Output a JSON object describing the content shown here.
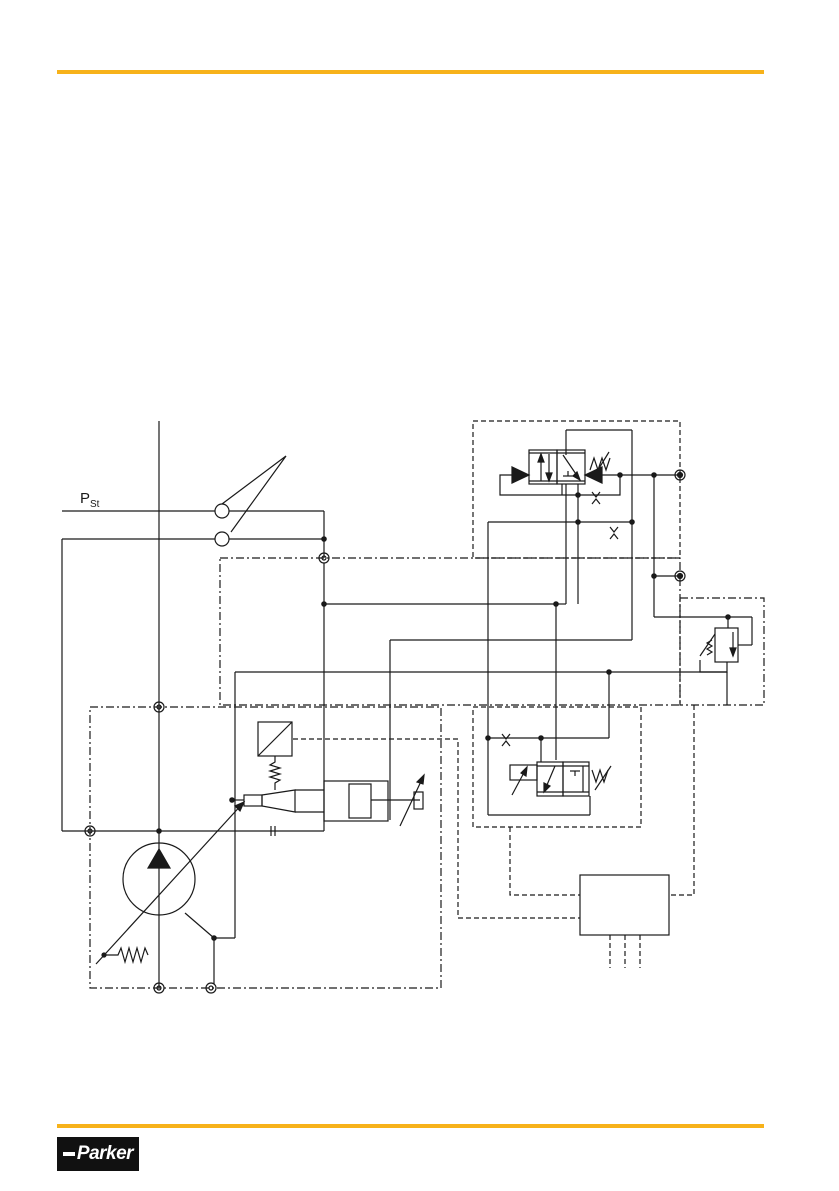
{
  "colors": {
    "accent": "#f7b21a",
    "ink": "#1a1a1a",
    "paper": "#ffffff"
  },
  "diagram": {
    "pressure_label_main": "P",
    "pressure_label_sub": "St"
  },
  "footer": {
    "brand": "Parker"
  }
}
